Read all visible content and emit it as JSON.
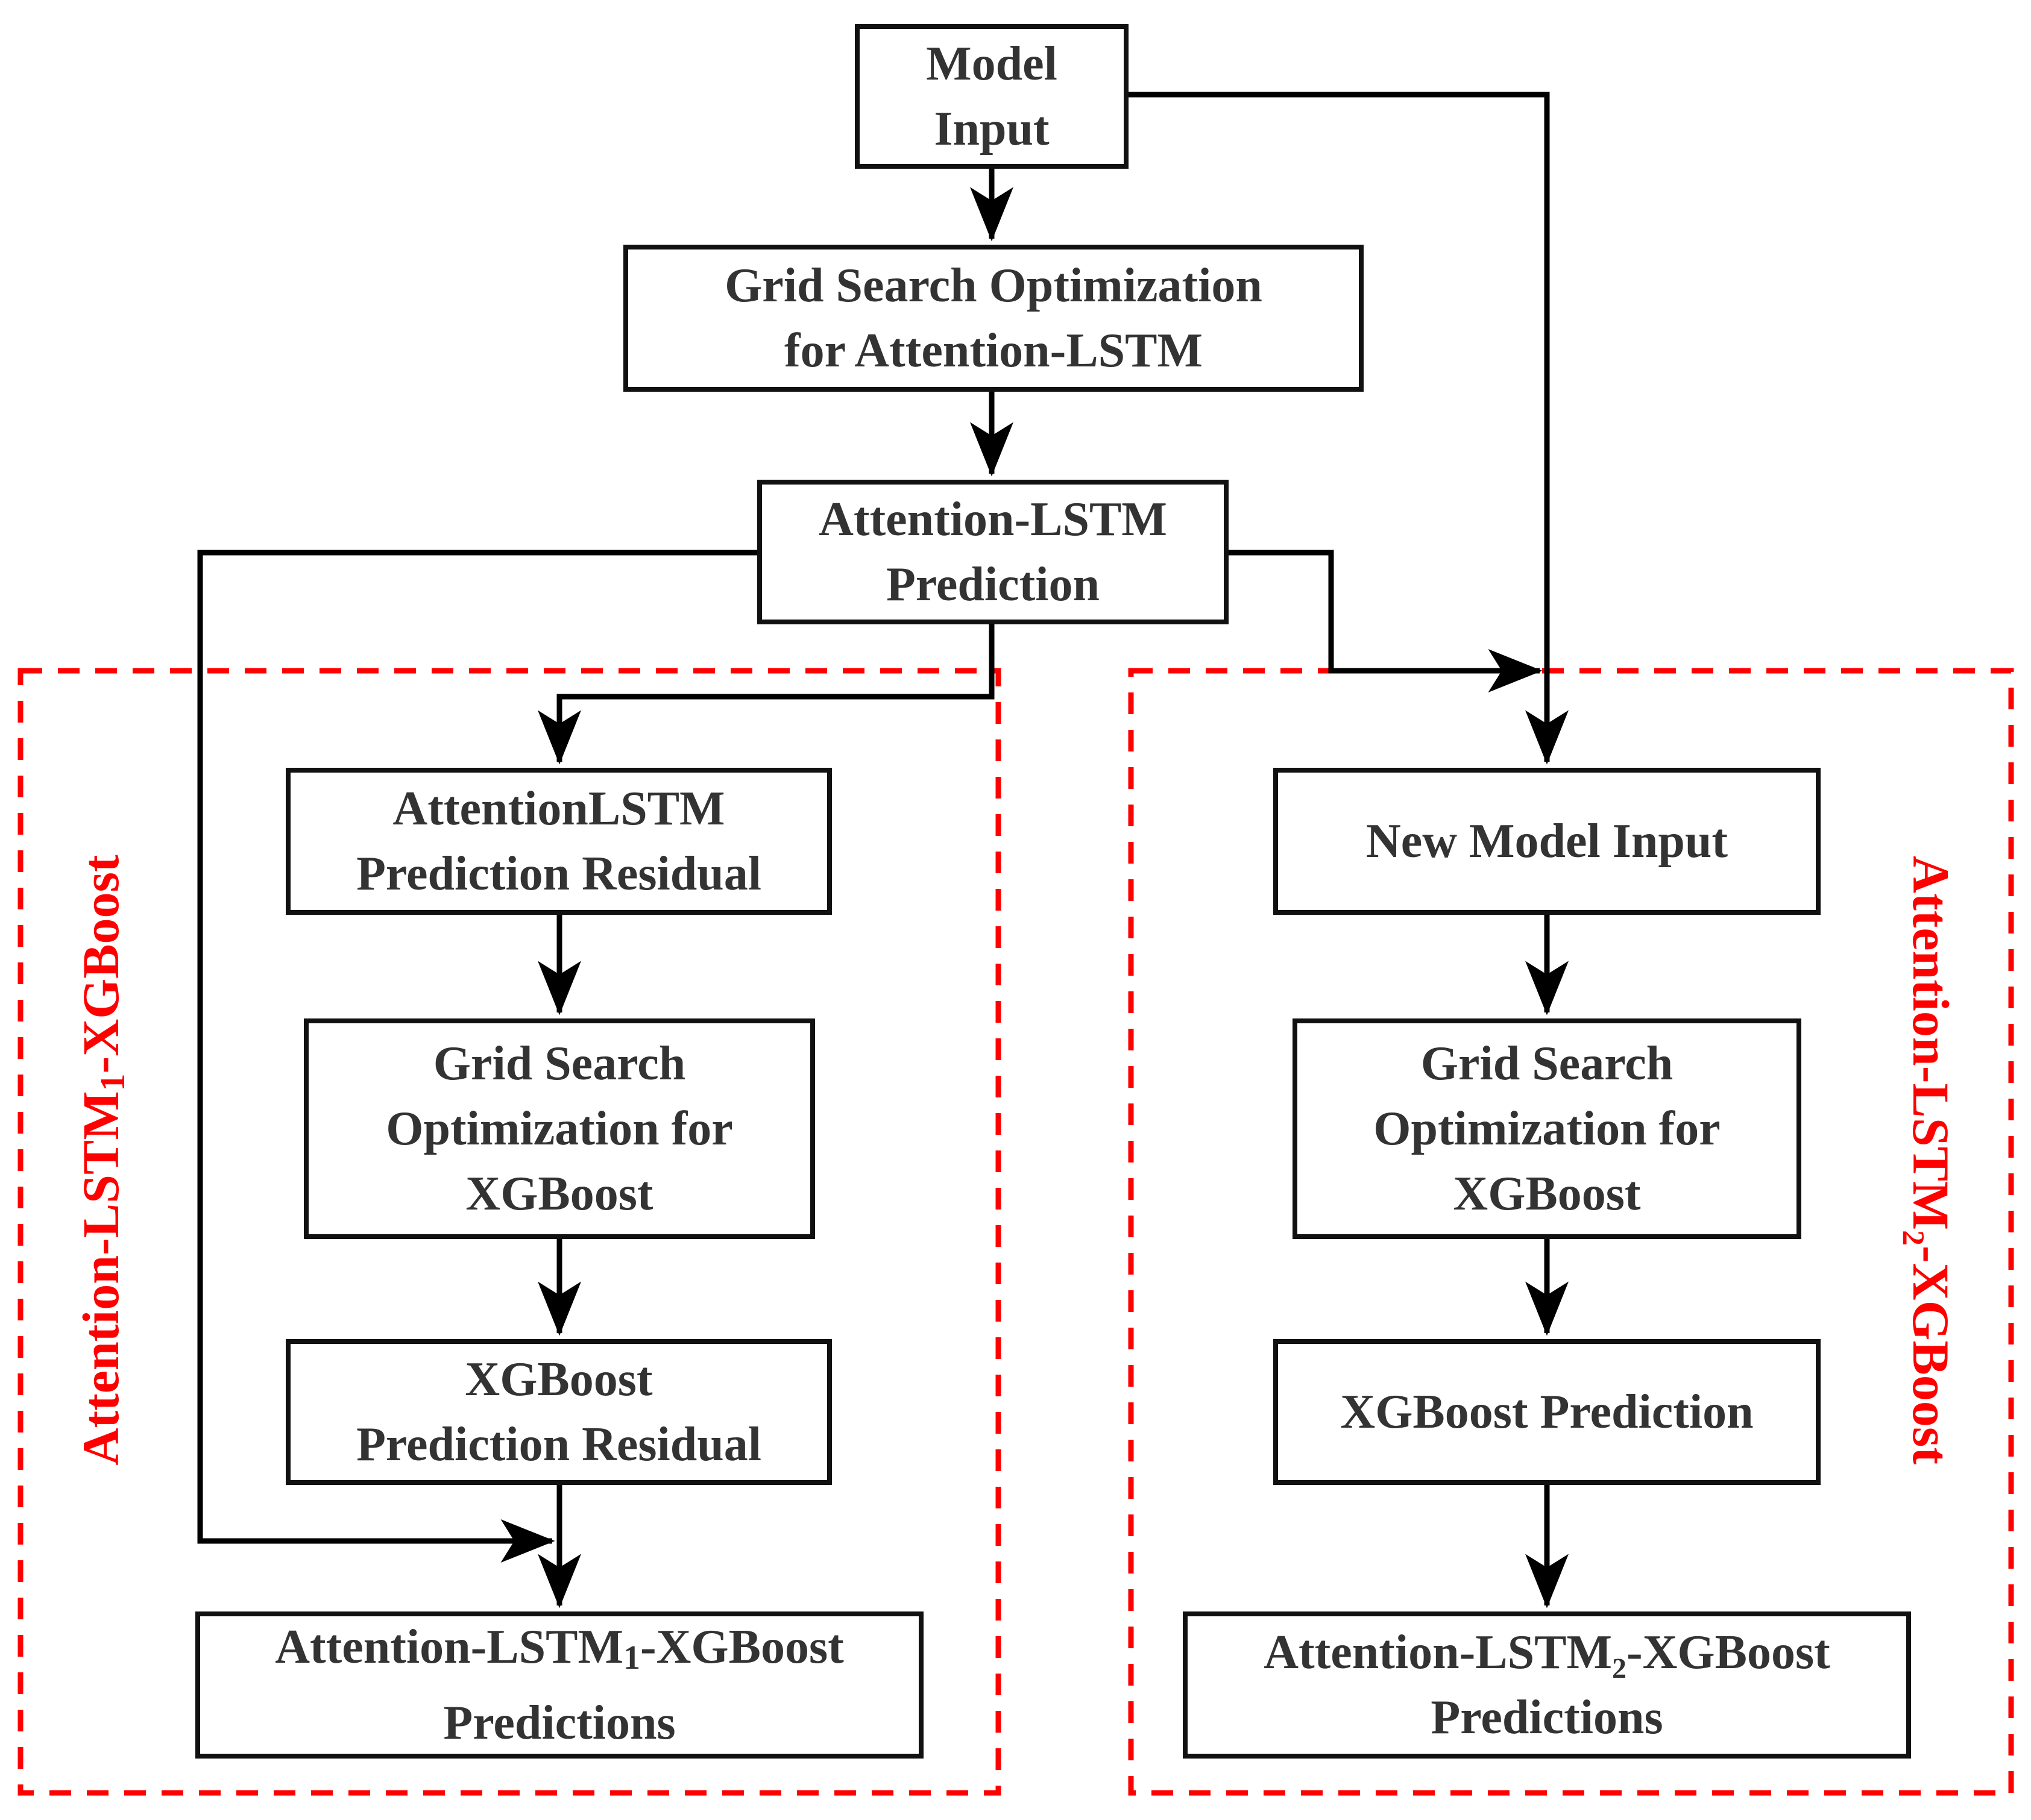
{
  "colors": {
    "box_border": "#111111",
    "box_text": "#333333",
    "arrow": "#000000",
    "group_border": "#ff0000",
    "group_label": "#ff0000"
  },
  "nodes": {
    "model_input": [
      "Model",
      "Input"
    ],
    "grid_search_lstm": [
      "Grid Search Optimization",
      "for Attention-LSTM"
    ],
    "attention_lstm_prediction": [
      "Attention-LSTM",
      "Prediction"
    ],
    "lstm_residual": [
      "AttentionLSTM",
      "Prediction Residual"
    ],
    "grid_search_xgb_left": [
      "Grid Search",
      "Optimization for",
      "XGBoost"
    ],
    "xgb_residual": [
      "XGBoost",
      "Prediction Residual"
    ],
    "lstm1_predictions": {
      "line1_pre": "Attention-LSTM",
      "line1_sub": "1",
      "line1_post": "-XGBoost",
      "line2": "Predictions"
    },
    "new_model_input": [
      "New Model Input"
    ],
    "grid_search_xgb_right": [
      "Grid Search",
      "Optimization for",
      "XGBoost"
    ],
    "xgb_prediction": [
      "XGBoost Prediction"
    ],
    "lstm2_predictions": [
      "Attention-LSTM₂-XGBoost",
      "Predictions"
    ]
  },
  "groups": {
    "left": {
      "pre": "Attention-LSTM",
      "sub": "1",
      "post": "-XGBoost"
    },
    "right": {
      "label": "Attention-LSTM₂-XGBoost"
    }
  }
}
